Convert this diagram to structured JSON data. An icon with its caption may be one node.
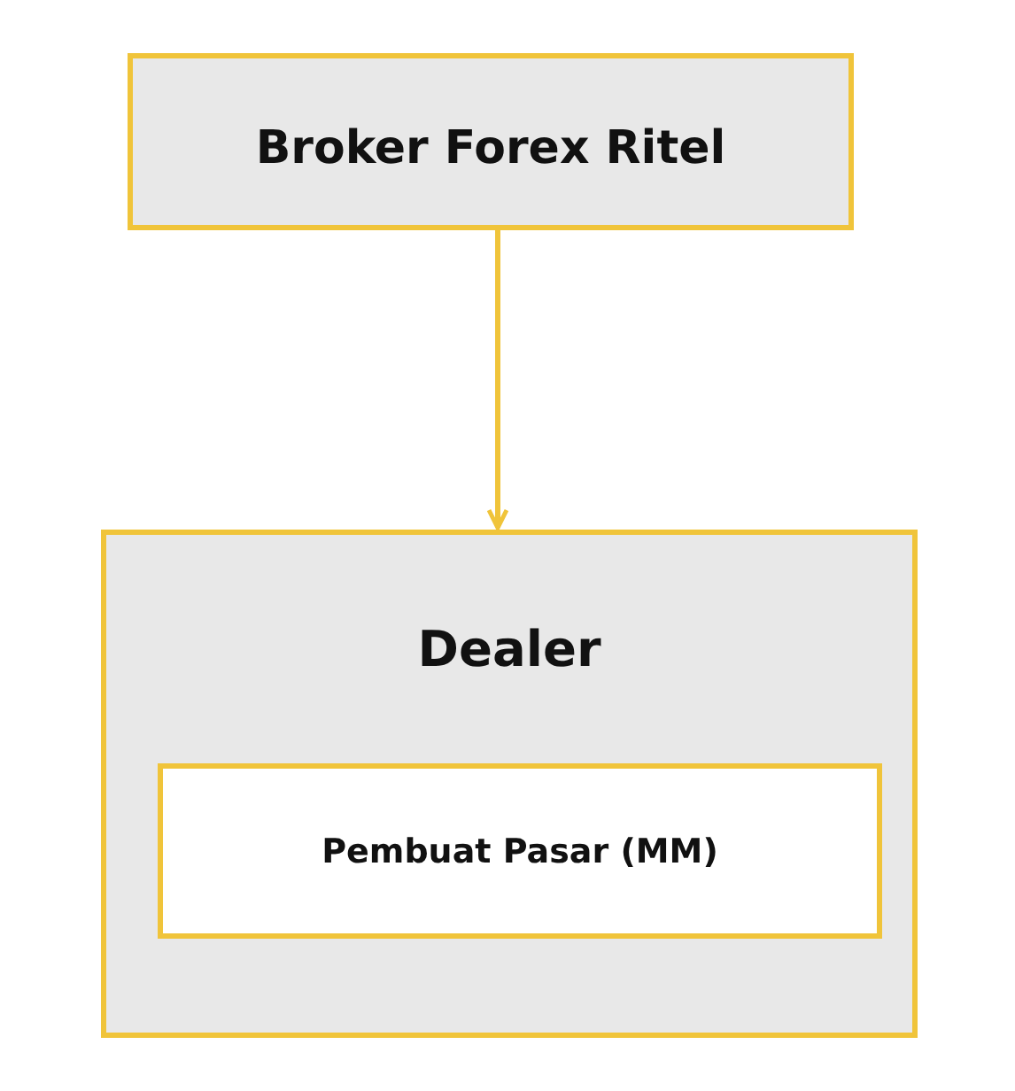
{
  "diagram": {
    "nodes": [
      {
        "text": [
          "Broker Forex Ritel"
        ]
      },
      {
        "text": [
          "Dealer"
        ]
      },
      {
        "text": [
          "Pembuat Pasar (MM)"
        ],
        "in": 1
      }
    ],
    "edges": [
      {
        "from": 0,
        "to": 1,
        "arrow": "to"
      }
    ]
  }
}
